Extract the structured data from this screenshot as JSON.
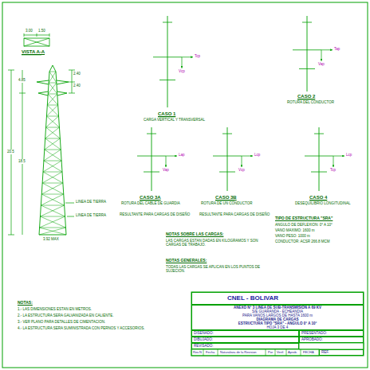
{
  "diagram": {
    "nodes": [
      {
        "text": [
          "CNEL - BOLIVAR"
        ]
      },
      {
        "text": [
          "ANEXO N° 3 LINEA DE SUB-TRANSMISION A 69 KV",
          "S/E GUARANDA - ECHEANDIA",
          "PARA VANOS LARGOS DE HASTA 1600 m",
          "DIAGRAMA DE CARGAS",
          "ESTRUCTURA TIPO \"SRA\" - ANGULO 0° A 10°",
          "HOJA 3 DE 4"
        ]
      },
      {
        "text": [
          "DISEÑADO:"
        ]
      },
      {
        "text": [
          "DIBUJADO:"
        ]
      },
      {
        "text": [
          "REVISADO:"
        ]
      },
      {
        "text": [
          "PRESENTADO:"
        ]
      },
      {
        "text": [
          "APROBADO:"
        ]
      },
      {
        "text": [
          "REF."
        ]
      }
    ],
    "labels": [
      "VISTA A-A",
      "3.00",
      "1.50",
      "2.40",
      "2.40",
      "4.85",
      "20.5",
      "18.5",
      "LINEA DE TIERRA",
      "LINEA DE TIERRA",
      "3.92 MAX",
      "CASO 1",
      "CARGA VERTICAL Y TRANSVERSAL",
      "Tcp",
      "Vcp",
      "CASO 2",
      "ROTURA DEL CONDUCTOR",
      "Tap",
      "Vap",
      "CASO 3A",
      "ROTURA DEL CABLE DE GUARDIA",
      "Lap",
      "Vap",
      "CASO 3B",
      "ROTURA DE UN CONDUCTOR",
      "Lcp",
      "Vcp",
      "CASO 4",
      "DESEQUILIBRIO LONGITUDINAL",
      "Lcp",
      "Tcp",
      "RESULTANTE PARA CARGAS DE DISEÑO",
      "RESULTANTE PARA CARGAS DE DISEÑO",
      "NOTAS SOBRE LAS CARGAS:",
      "LAS CARGAS ESTAN DADAS EN KILOGRAMOS Y SON CARGAS DE TRABAJO.",
      "NOTAS GENERALES:",
      "TODAS LAS CARGAS SE APLICAN EN LOS PUNTOS DE SUJECION.",
      "TIPO DE ESTRUCTURA \"SRA\"",
      "ANGULO DE DEFLEXION: 0° A 10°",
      "VANO MAXIMO: 1600 m",
      "VANO PESO: 1000 m",
      "CONDUCTOR: ACSR 266.8 MCM",
      "NOTAS:",
      "1.- LAS DIMENSIONES ESTAN EN METROS.",
      "2.- LA ESTRUCTURA SERA GALVANIZADA EN CALIENTE.",
      "3.- VER PLANO PARA DETALLES DE CIMENTACION.",
      "4.- LA ESTRUCTURA SERA SUMINISTRADA CON PERNOS Y ACCESORIOS.",
      "Rev.N",
      "Fecha",
      "Naturaleza de la Revision",
      "Por",
      "Verif.",
      "Aprob.",
      "FECHA"
    ]
  }
}
